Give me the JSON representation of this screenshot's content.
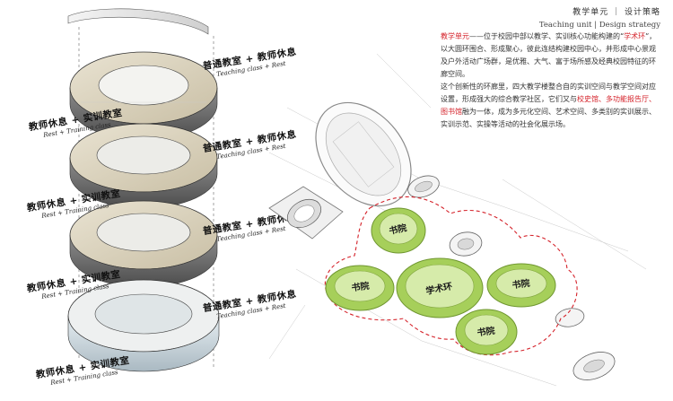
{
  "header": {
    "title_cn": "教学单元 ｜ 设计策略",
    "title_en": "Teaching unit | Design strategy"
  },
  "description": {
    "p1_lead": "教学单元",
    "p1_a": "——位于校园中部以教学、实训核心功能构建的“",
    "p1_highlight": "学术环",
    "p1_b": "”，以大圆环围合、形成聚心，彼此连结构建校园中心，并形成中心景观及户外活动广场群，是优雅、大气、富于场所感及经典校园特征的环廊空间。",
    "p2_a": "这个创新性的环廊里，四大教学楼整合自的实训空间与教学空间对应设置，形成强大的综合教学社区，它们又与",
    "p2_highlight": "校史馆、多功能报告厅、图书馆",
    "p2_b": "融为一体，成为多元化空间、艺术空间、多类别的实训展示、实训示范、实操等活动的社会化展示场。"
  },
  "layers": [
    {
      "label_cn": "普通教室 + 教师休息",
      "label_en": "Teaching class + Rest"
    },
    {
      "label_cn": "教师休息 + 实训教室",
      "label_en": "Rest + Training class"
    },
    {
      "label_cn": "普通教室 + 教师休息",
      "label_en": "Teaching class + Rest"
    },
    {
      "label_cn": "教师休息 + 实训教室",
      "label_en": "Rest + Training class"
    },
    {
      "label_cn": "普通教室 + 教师休息",
      "label_en": "Teaching class + Rest"
    },
    {
      "label_cn": "教师休息 + 实训教室",
      "label_en": "Rest + Training class"
    },
    {
      "label_cn": "普通教室 + 教师休息",
      "label_en": "Teaching class + Rest"
    },
    {
      "label_cn": "教师休息 + 实训教室",
      "label_en": "Rest + Training class"
    }
  ],
  "plan": {
    "pod_top": "书院",
    "pod_left": "书院",
    "pod_center": "学术环",
    "pod_right": "书院",
    "pod_bottom": "书院"
  },
  "colors": {
    "accent_red": "#d5232b",
    "pod_green": "#a6cf5a",
    "pod_green_light": "#d6ebaa"
  }
}
